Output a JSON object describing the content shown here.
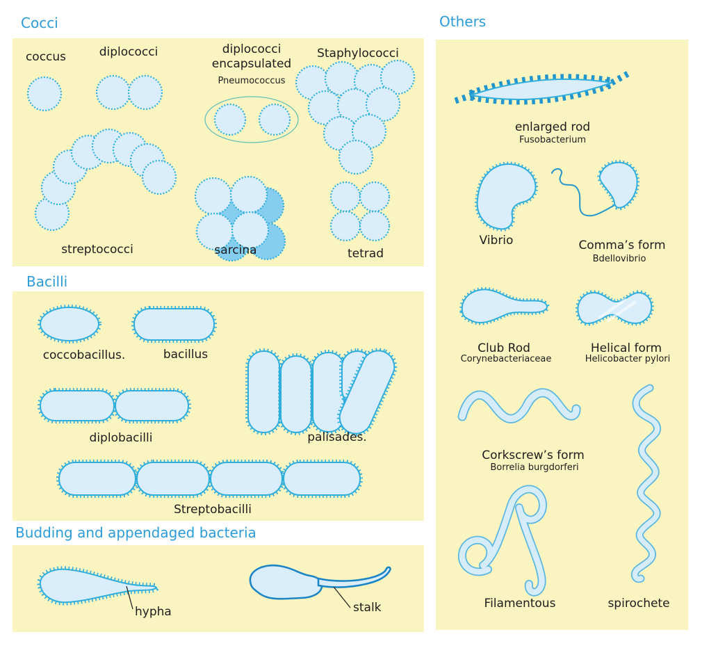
{
  "colors": {
    "header_blue": "#2B9CD8",
    "panel_yellow": "#FAF4C1",
    "cell_fill": "#D9EEFA",
    "cell_stroke": "#2FAEDE",
    "sarcina_back_fill": "#85CEEF",
    "ribbon_fill": "#D6EDF9",
    "ribbon_stroke": "#5BB7E2",
    "capsule_stroke": "#63C1B5",
    "label_text": "#1c1c1c"
  },
  "sections": {
    "cocci": {
      "title": "Cocci",
      "labels": {
        "coccus": "coccus",
        "diplococci": "diplococci",
        "diplococci_encapsulated": "diplococci encapsulated",
        "pneumococcus": "Pneumococcus",
        "staphylococci": "Staphylococci",
        "streptococci": "streptococci",
        "sarcina": "sarcina",
        "tetrad": "tetrad"
      }
    },
    "bacilli": {
      "title": "Bacilli",
      "labels": {
        "coccobacillus": "coccobacillus.",
        "bacillus": "bacillus",
        "diplobacilli": "diplobacilli",
        "palisades": "palisades.",
        "streptobacilli": "Streptobacilli"
      }
    },
    "budding": {
      "title": "Budding and appendaged bacteria",
      "labels": {
        "hypha": "hypha",
        "stalk": "stalk"
      }
    },
    "others": {
      "title": "Others",
      "labels": {
        "enlarged_rod": "enlarged rod",
        "fusobacterium": "Fusobacterium",
        "vibrio": "Vibrio",
        "commas_form": "Comma’s form",
        "bdellovibrio": "Bdellovibrio",
        "club_rod": "Club Rod",
        "corynebacteriaceae": "Corynebacteriaceae",
        "helical_form": "Helical form",
        "helicobacter_pylori": "Helicobacter pylori",
        "corkscrews_form": "Corkscrew’s form",
        "borrelia_burgdorferi": "Borrelia burgdorferi",
        "filamentous": "Filamentous",
        "spirochete": "spirochete"
      }
    }
  }
}
